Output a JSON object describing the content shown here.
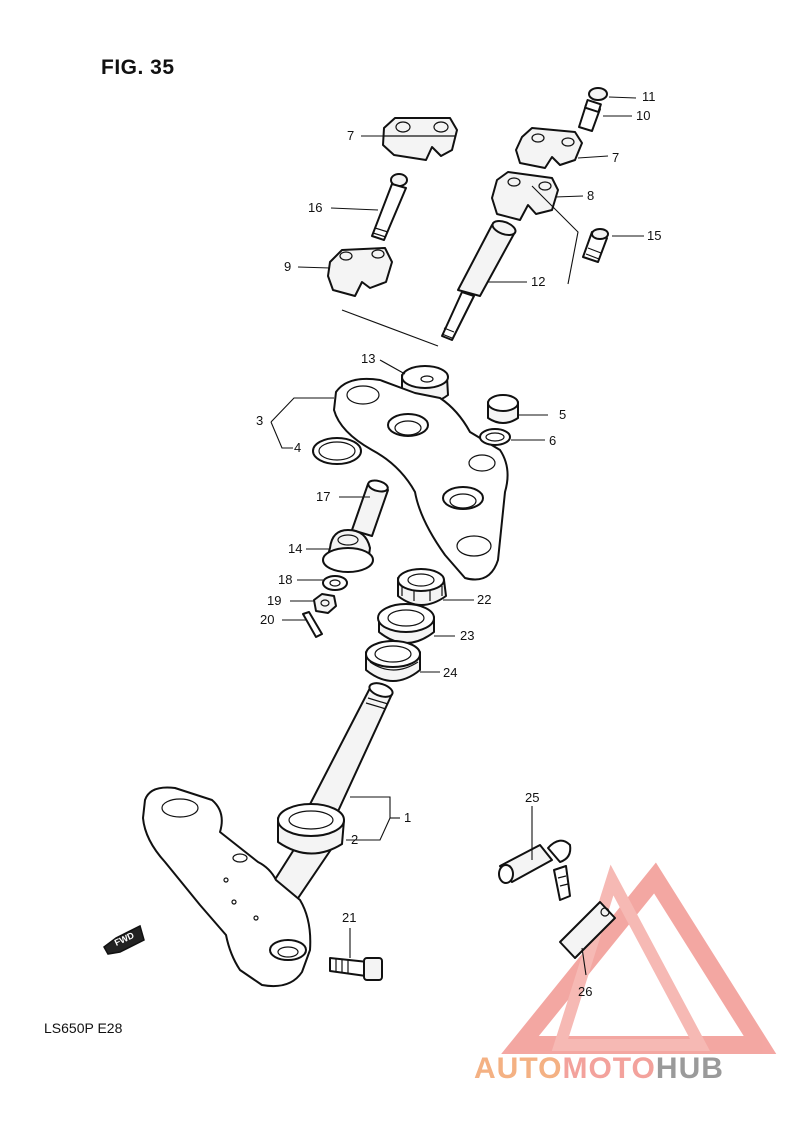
{
  "figure": {
    "title": "FIG. 35",
    "model_code": "LS650P  E28"
  },
  "callouts": [
    {
      "id": "c11",
      "label": "11"
    },
    {
      "id": "c10",
      "label": "10"
    },
    {
      "id": "c7a",
      "label": "7"
    },
    {
      "id": "c7b",
      "label": "7"
    },
    {
      "id": "c8",
      "label": "8"
    },
    {
      "id": "c16",
      "label": "16"
    },
    {
      "id": "c15",
      "label": "15"
    },
    {
      "id": "c9",
      "label": "9"
    },
    {
      "id": "c12",
      "label": "12"
    },
    {
      "id": "c13",
      "label": "13"
    },
    {
      "id": "c3",
      "label": "3"
    },
    {
      "id": "c5",
      "label": "5"
    },
    {
      "id": "c4",
      "label": "4"
    },
    {
      "id": "c6",
      "label": "6"
    },
    {
      "id": "c17",
      "label": "17"
    },
    {
      "id": "c14",
      "label": "14"
    },
    {
      "id": "c18",
      "label": "18"
    },
    {
      "id": "c19",
      "label": "19"
    },
    {
      "id": "c22",
      "label": "22"
    },
    {
      "id": "c20",
      "label": "20"
    },
    {
      "id": "c23",
      "label": "23"
    },
    {
      "id": "c24",
      "label": "24"
    },
    {
      "id": "c25",
      "label": "25"
    },
    {
      "id": "c1",
      "label": "1"
    },
    {
      "id": "c2",
      "label": "2"
    },
    {
      "id": "c21",
      "label": "21"
    },
    {
      "id": "c26",
      "label": "26"
    }
  ],
  "fwd_marker": "FWD",
  "watermark": {
    "text_a": "AUTO",
    "text_b": "MOTO",
    "text_c": "HUB",
    "color_a": "#f4b183",
    "color_b": "#f3a29c",
    "color_c": "#9a9a9a"
  }
}
